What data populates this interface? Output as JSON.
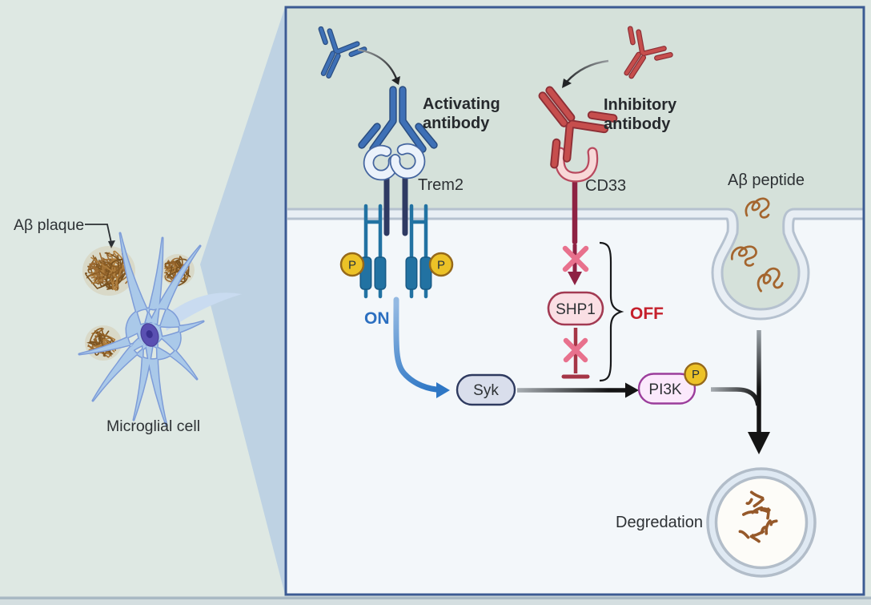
{
  "scene": {
    "ab_plaque_label": "Aβ plaque",
    "microglial_cell_label": "Microglial cell"
  },
  "panel": {
    "activating_line1": "Activating",
    "activating_line2": "antibody",
    "inhibitory_line1": "Inhibitory",
    "inhibitory_line2": "antibody",
    "trem2_label": "Trem2",
    "cd33_label": "CD33",
    "ab_peptide_label": "Aβ peptide",
    "on_label": "ON",
    "off_label": "OFF",
    "shp1_label": "SHP1",
    "syk_label": "Syk",
    "pi3k_label": "PI3K",
    "phospho_label": "P",
    "degradation_label": "Degredation"
  },
  "colors": {
    "bgLeft": "#dee8e3",
    "wedge": "#bed2e3",
    "panelBorder": "#3c5b93",
    "extracell": "#d5e1da",
    "intracell": "#f3f7fa",
    "membraneLine": "#b5c1cf",
    "membraneGap": "#e8eef4",
    "text": "#2d3134",
    "textBold": "#26292d",
    "abBlue": "#3e70b6",
    "abBlueEdge": "#2a4d80",
    "trem2Fill": "#ebf2fb",
    "trem2Edge": "#44659f",
    "stalkNavy": "#2f3a63",
    "teal": "#2272a2",
    "tealEdge": "#185a85",
    "phosphoFill": "#ecc227",
    "phosphoEdge": "#96691a",
    "phosphoText": "#23303b",
    "onBlue": "#2b6fc0",
    "arrowBlue": "#2e77c5",
    "abRed": "#c64e4d",
    "abRedEdge": "#8d2f36",
    "cd33Stalk": "#8e2243",
    "cd33Fill": "#f8d8d8",
    "cd33Edge": "#b8495e",
    "xPink": "#e8718d",
    "inhibitRed": "#a53546",
    "shp1Fill": "#fadfe4",
    "shp1Edge": "#a23a52",
    "offRed": "#c5202c",
    "sykFill": "#d9deec",
    "sykEdge": "#2e3a5f",
    "pi3kFill": "#fbe9fc",
    "pi3kEdge": "#9b3d9b",
    "arrowBlack": "#141414",
    "arrowDark": "#2d2d2d",
    "braceBlack": "#17181a",
    "plaqueBrown": "#9c6b32",
    "peptideBrown": "#a4652e",
    "fragmentBrown": "#96592a",
    "cellFill": "#aac9e9",
    "cellEdge": "#7d9cd8",
    "cellLight": "#c9dbf0",
    "nucleus": "#5a50b2",
    "nucleusCore": "#3a3190",
    "vesicleRing": "#b2bdc9",
    "vesicleBand": "#dfe9f3",
    "vesicleFill": "#fdfcf8",
    "bottomBar": "#a9b9c4",
    "bottomBar2": "#d4dee0"
  }
}
